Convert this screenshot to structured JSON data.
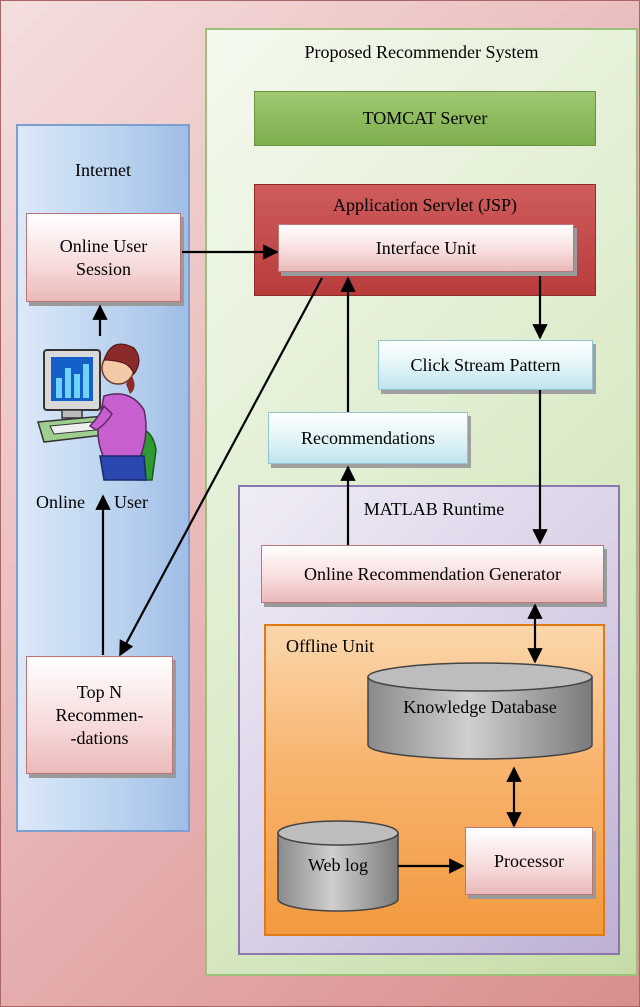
{
  "containers": {
    "internet": "Internet",
    "system": "Proposed Recommender System",
    "tomcat": "TOMCAT Server",
    "servlet": "Application Servlet (JSP)",
    "matlab": "MATLAB Runtime",
    "offline": "Offline Unit"
  },
  "nodes": {
    "session_line1": "Online User",
    "session_line2": "Session",
    "user_left": "Online",
    "user_right": "User",
    "top_n_line1": "Top N",
    "top_n_line2": "Recommen-",
    "top_n_line3": "-dations",
    "interface": "Interface Unit",
    "click_stream": "Click Stream Pattern",
    "recommendations": "Recommendations",
    "generator": "Online Recommendation Generator",
    "knowledge_db": "Knowledge Database",
    "web_log": "Web log",
    "processor": "Processor"
  },
  "colors": {
    "outer": "#e9b9b9",
    "internet": "#b9d2ee",
    "system": "#dcebca",
    "tomcat": "#8fbb5f",
    "servlet": "#c44a4a",
    "matlab": "#d8cfe6",
    "offline": "#f8b46e"
  }
}
